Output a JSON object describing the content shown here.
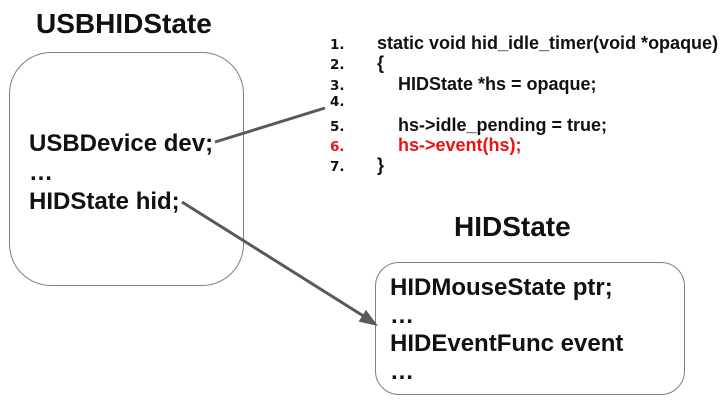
{
  "colors": {
    "text": "#111111",
    "highlight": "#ee1111",
    "connector": "#58595b",
    "box-border": "#7f7f7f",
    "bg": "#ffffff"
  },
  "usbhid_struct": {
    "title": "USBHIDState",
    "fields": [
      "USBDevice dev;",
      "…",
      "HIDState hid;"
    ]
  },
  "hid_struct": {
    "title": "HIDState",
    "fields": [
      "HIDMouseState ptr;",
      "…",
      "HIDEventFunc event",
      "…"
    ]
  },
  "code": {
    "lines": [
      {
        "number": "1.",
        "text": "static void hid_idle_timer(void *opaque)"
      },
      {
        "number": "2.",
        "text": "{"
      },
      {
        "number": "3.",
        "text": "HIDState *hs = opaque;"
      },
      {
        "number": "4.",
        "text": ""
      },
      {
        "number": "5.",
        "text": "hs->idle_pending = true;"
      },
      {
        "number": "6.",
        "text": "hs->event(hs);"
      },
      {
        "number": "7.",
        "text": "}"
      }
    ]
  },
  "connectors": [
    {
      "style": "plain-line",
      "links": "USBDevice dev; field to code snippet"
    },
    {
      "style": "arrow",
      "links": "HIDState hid; field to HIDState box"
    }
  ]
}
